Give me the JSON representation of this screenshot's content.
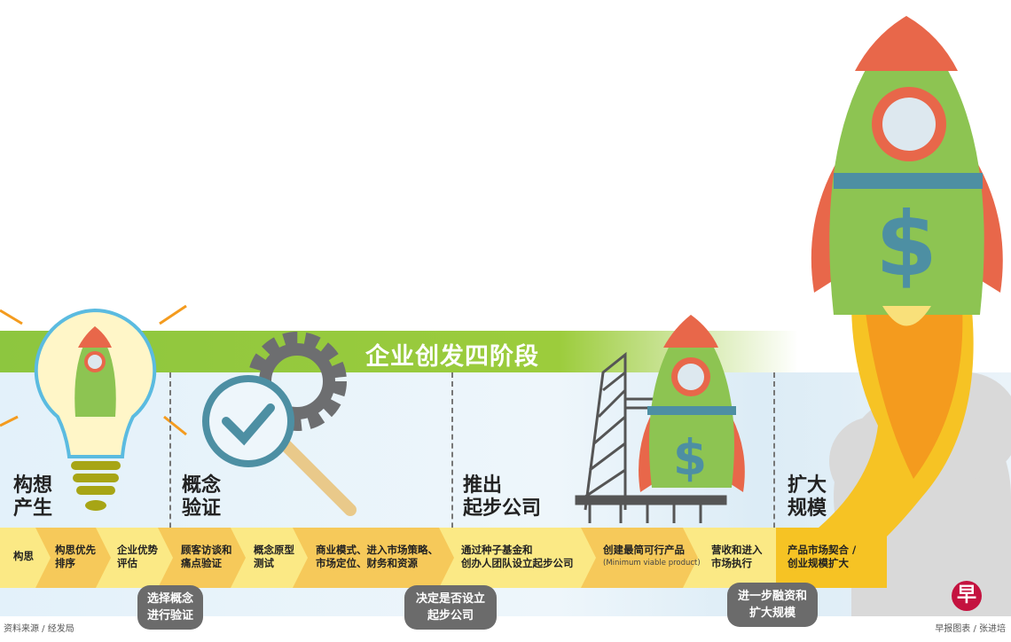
{
  "title": "企业创发四阶段",
  "stages": [
    {
      "line1": "构想",
      "line2": "产生"
    },
    {
      "line1": "概念",
      "line2": "验证"
    },
    {
      "line1": "推出",
      "line2": "起步公司"
    },
    {
      "line1": "扩大",
      "line2": "规模"
    }
  ],
  "steps": [
    {
      "line1": "构思",
      "line2": ""
    },
    {
      "line1": "构思优先",
      "line2": "排序"
    },
    {
      "line1": "企业优势",
      "line2": "评估"
    },
    {
      "line1": "顾客访谈和",
      "line2": "痛点验证"
    },
    {
      "line1": "概念原型",
      "line2": "测试"
    },
    {
      "line1": "商业模式、进入市场策略、",
      "line2": "市场定位、财务和资源"
    },
    {
      "line1": "通过种子基金和",
      "line2": "创办人团队设立起步公司"
    },
    {
      "line1": "创建最简可行产品",
      "line2": "(Minimum viable product)"
    },
    {
      "line1": "营收和进入",
      "line2": "市场执行"
    },
    {
      "line1": "产品市场契合 /",
      "line2": "创业规模扩大"
    }
  ],
  "milestones": [
    {
      "line1": "选择概念",
      "line2": "进行验证"
    },
    {
      "line1": "决定是否设立",
      "line2": "起步公司"
    },
    {
      "line1": "进一步融资和",
      "line2": "扩大规模"
    }
  ],
  "rocket_symbol": "$",
  "logo_char": "早",
  "source": "资料来源 / 经发局",
  "credit": "早报图表 / 张进培",
  "colors": {
    "banner": "#8dc63f",
    "band": "#fbe985",
    "rocket_body": "#8dc452",
    "rocket_fin": "#e8674a",
    "milestone": "#6b6b6b",
    "logo": "#c4123f"
  }
}
